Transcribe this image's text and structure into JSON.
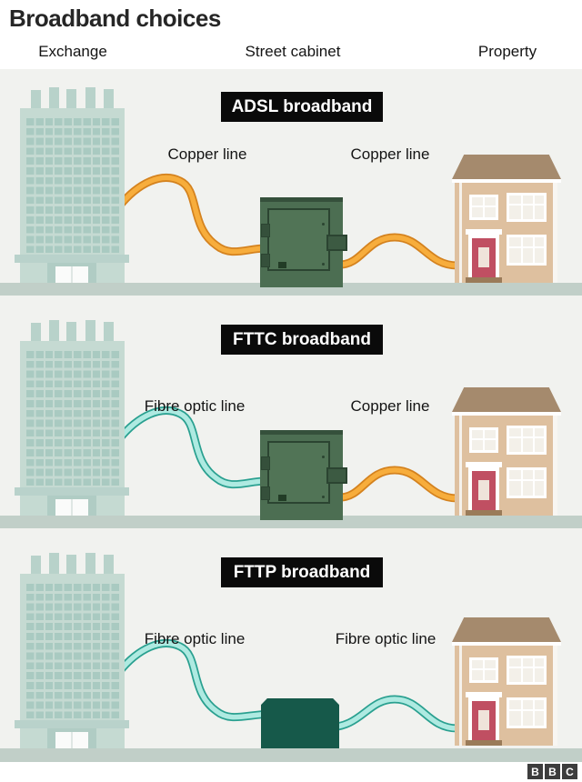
{
  "title": "Broadband choices",
  "columns": [
    "Exchange",
    "Street cabinet",
    "Property"
  ],
  "rows": [
    {
      "label": "ADSL broadband",
      "left_line": "Copper line",
      "right_line": "Copper line",
      "left_type": "copper",
      "right_type": "copper"
    },
    {
      "label": "FTTC broadband",
      "left_line": "Fibre optic line",
      "right_line": "Copper line",
      "left_type": "fibre",
      "right_type": "copper"
    },
    {
      "label": "FTTP broadband",
      "left_line": "Fibre optic line",
      "right_line": "Fibre optic line",
      "left_type": "fibre",
      "right_type": "fibre"
    }
  ],
  "colors": {
    "copper": "#f7ad3c",
    "copper_outline": "#d4821e",
    "fibre": "#aeeae1",
    "fibre_outline": "#2aa090",
    "label_bg": "#0a0a0a",
    "label_text": "#ffffff",
    "background": "#f1f2ef",
    "ground": "#c1cfc8",
    "exchange": "#c5dad2",
    "cabinet": "#4c6e52",
    "cabinet_fttp": "#16594a",
    "house_wall": "#dec09f",
    "house_roof": "#a58a6d",
    "house_door": "#c04f62"
  },
  "footer": {
    "logo_letters": [
      "B",
      "B",
      "C"
    ]
  }
}
